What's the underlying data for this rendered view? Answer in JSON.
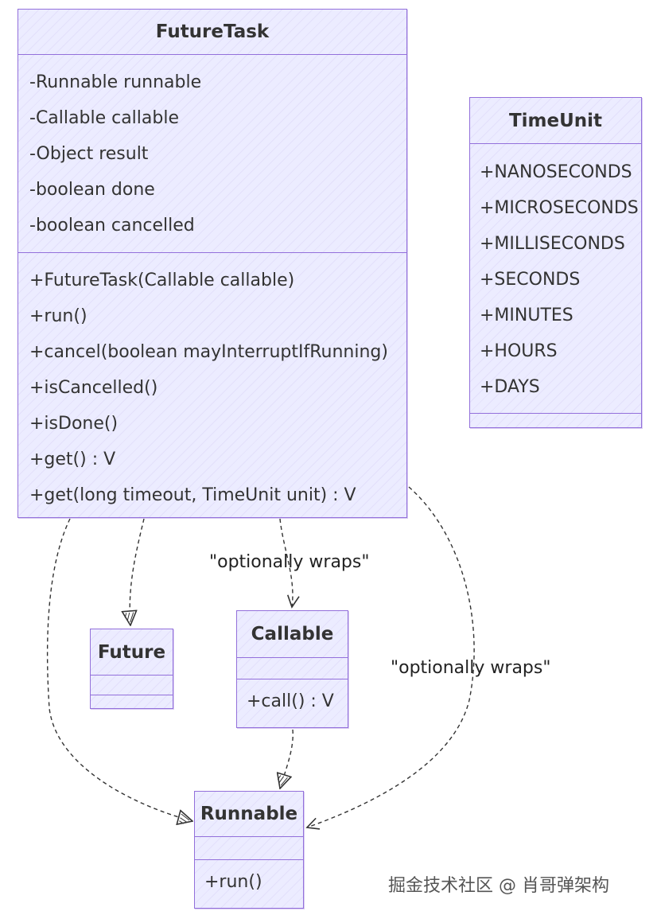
{
  "classes": {
    "futuretask": {
      "name": "FutureTask",
      "attributes": [
        "-Runnable runnable",
        "-Callable callable",
        "-Object result",
        "-boolean done",
        "-boolean cancelled"
      ],
      "methods": [
        "+FutureTask(Callable callable)",
        "+run()",
        "+cancel(boolean mayInterruptIfRunning)",
        "+isCancelled()",
        "+isDone()",
        "+get() : V",
        "+get(long timeout, TimeUnit unit) : V"
      ]
    },
    "timeunit": {
      "name": "TimeUnit",
      "attributes": [
        "+NANOSECONDS",
        "+MICROSECONDS",
        "+MILLISECONDS",
        "+SECONDS",
        "+MINUTES",
        "+HOURS",
        "+DAYS"
      ],
      "methods": []
    },
    "future": {
      "name": "Future",
      "attributes": [],
      "methods": []
    },
    "callable": {
      "name": "Callable",
      "attributes": [],
      "methods": [
        "+call() : V"
      ]
    },
    "runnable": {
      "name": "Runnable",
      "attributes": [],
      "methods": [
        "+run()"
      ]
    }
  },
  "relations": [
    {
      "from": "FutureTask",
      "to": "Future",
      "kind": "realization",
      "label": ""
    },
    {
      "from": "FutureTask",
      "to": "Runnable",
      "kind": "realization",
      "label": ""
    },
    {
      "from": "FutureTask",
      "to": "Callable",
      "kind": "dependency",
      "label": "\"optionally wraps\""
    },
    {
      "from": "FutureTask",
      "to": "Runnable",
      "kind": "dependency",
      "label": "\"optionally wraps\""
    },
    {
      "from": "Callable",
      "to": "Runnable",
      "kind": "realization",
      "label": ""
    }
  ],
  "colors": {
    "box_fill": "#ececff",
    "box_border": "#9370db",
    "edge": "#333333",
    "text": "#333333"
  },
  "watermark": "掘金技术社区 @ 肖哥弹架构"
}
